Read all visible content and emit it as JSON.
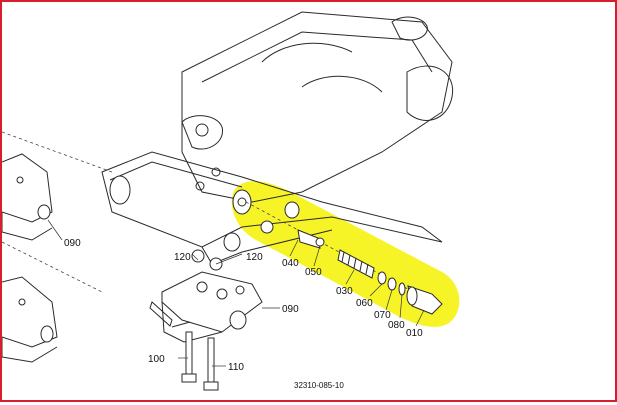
{
  "colors": {
    "frame": "#d81e2c",
    "highlight": "#f5f100"
  },
  "callouts": {
    "left_top_090": "090",
    "left_mid_090": "090",
    "c120a": "120",
    "c120b": "120",
    "c040": "040",
    "c050": "050",
    "c030": "030",
    "c060": "060",
    "c070": "070",
    "c080": "080",
    "c010": "010",
    "c090": "090",
    "c100": "100",
    "c110": "110"
  },
  "diagram_code": "32310-085-10"
}
